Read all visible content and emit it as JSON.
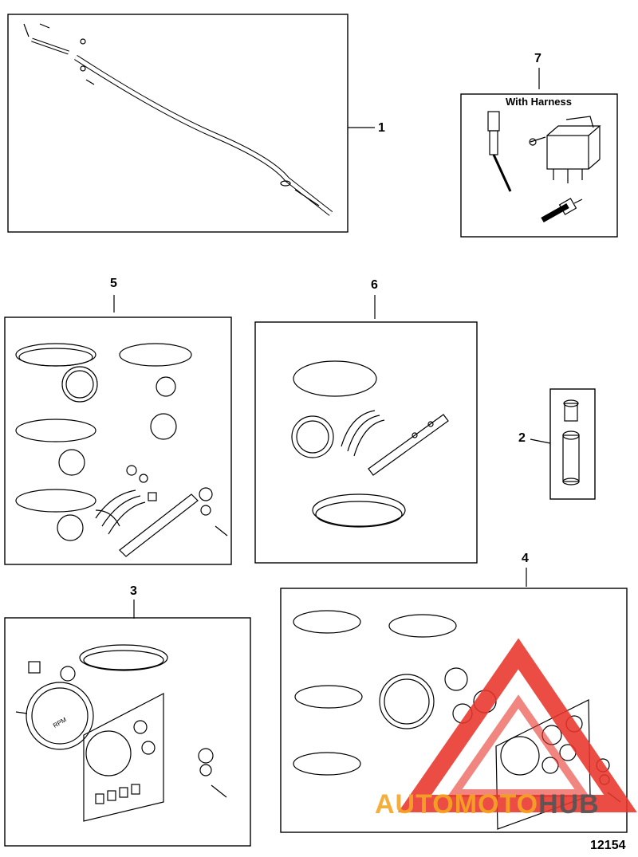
{
  "callouts": {
    "c1": "1",
    "c2": "2",
    "c3": "3",
    "c4": "4",
    "c5": "5",
    "c6": "6",
    "c7": "7"
  },
  "panel7_caption": "With Harness",
  "figure_number": "12154",
  "watermark": {
    "part_a": "AUTOMOTO",
    "part_b": "HUB",
    "color_a": "#f5a623",
    "color_b": "#555555",
    "triangle_color": "#e8342a"
  },
  "gauge_text": {
    "rpm": "RPM"
  },
  "icons": [
    "shift-cable-icon",
    "glow-plug-icon",
    "relay-icon",
    "sender-icon",
    "fitting-icon",
    "gauge-icon",
    "harness-icon",
    "key-switch-icon",
    "toggle-switch-icon",
    "panel-icon"
  ]
}
